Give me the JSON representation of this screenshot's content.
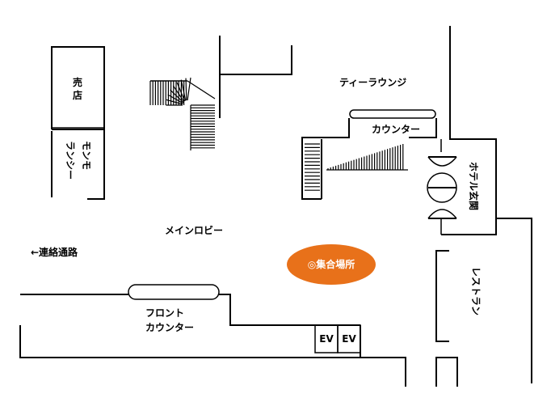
{
  "labels": {
    "kiosk": "売店",
    "monmo_line1": "モンモ",
    "monmo_line2": "ランシー",
    "tea_lounge": "ティーラウンジ",
    "counter": "カウンター",
    "hotel_entrance": "ホテル玄関",
    "main_lobby": "メインロビー",
    "passage": "←連絡通路",
    "meeting_point": "◎集合場所",
    "front_line1": "フロント",
    "front_line2": "カウンター",
    "ev_left": "EV",
    "ev_right": "EV",
    "restaurant": "レストラン"
  },
  "colors": {
    "meeting_point_fill": "#e8711a",
    "line": "#000000",
    "background": "#ffffff"
  }
}
